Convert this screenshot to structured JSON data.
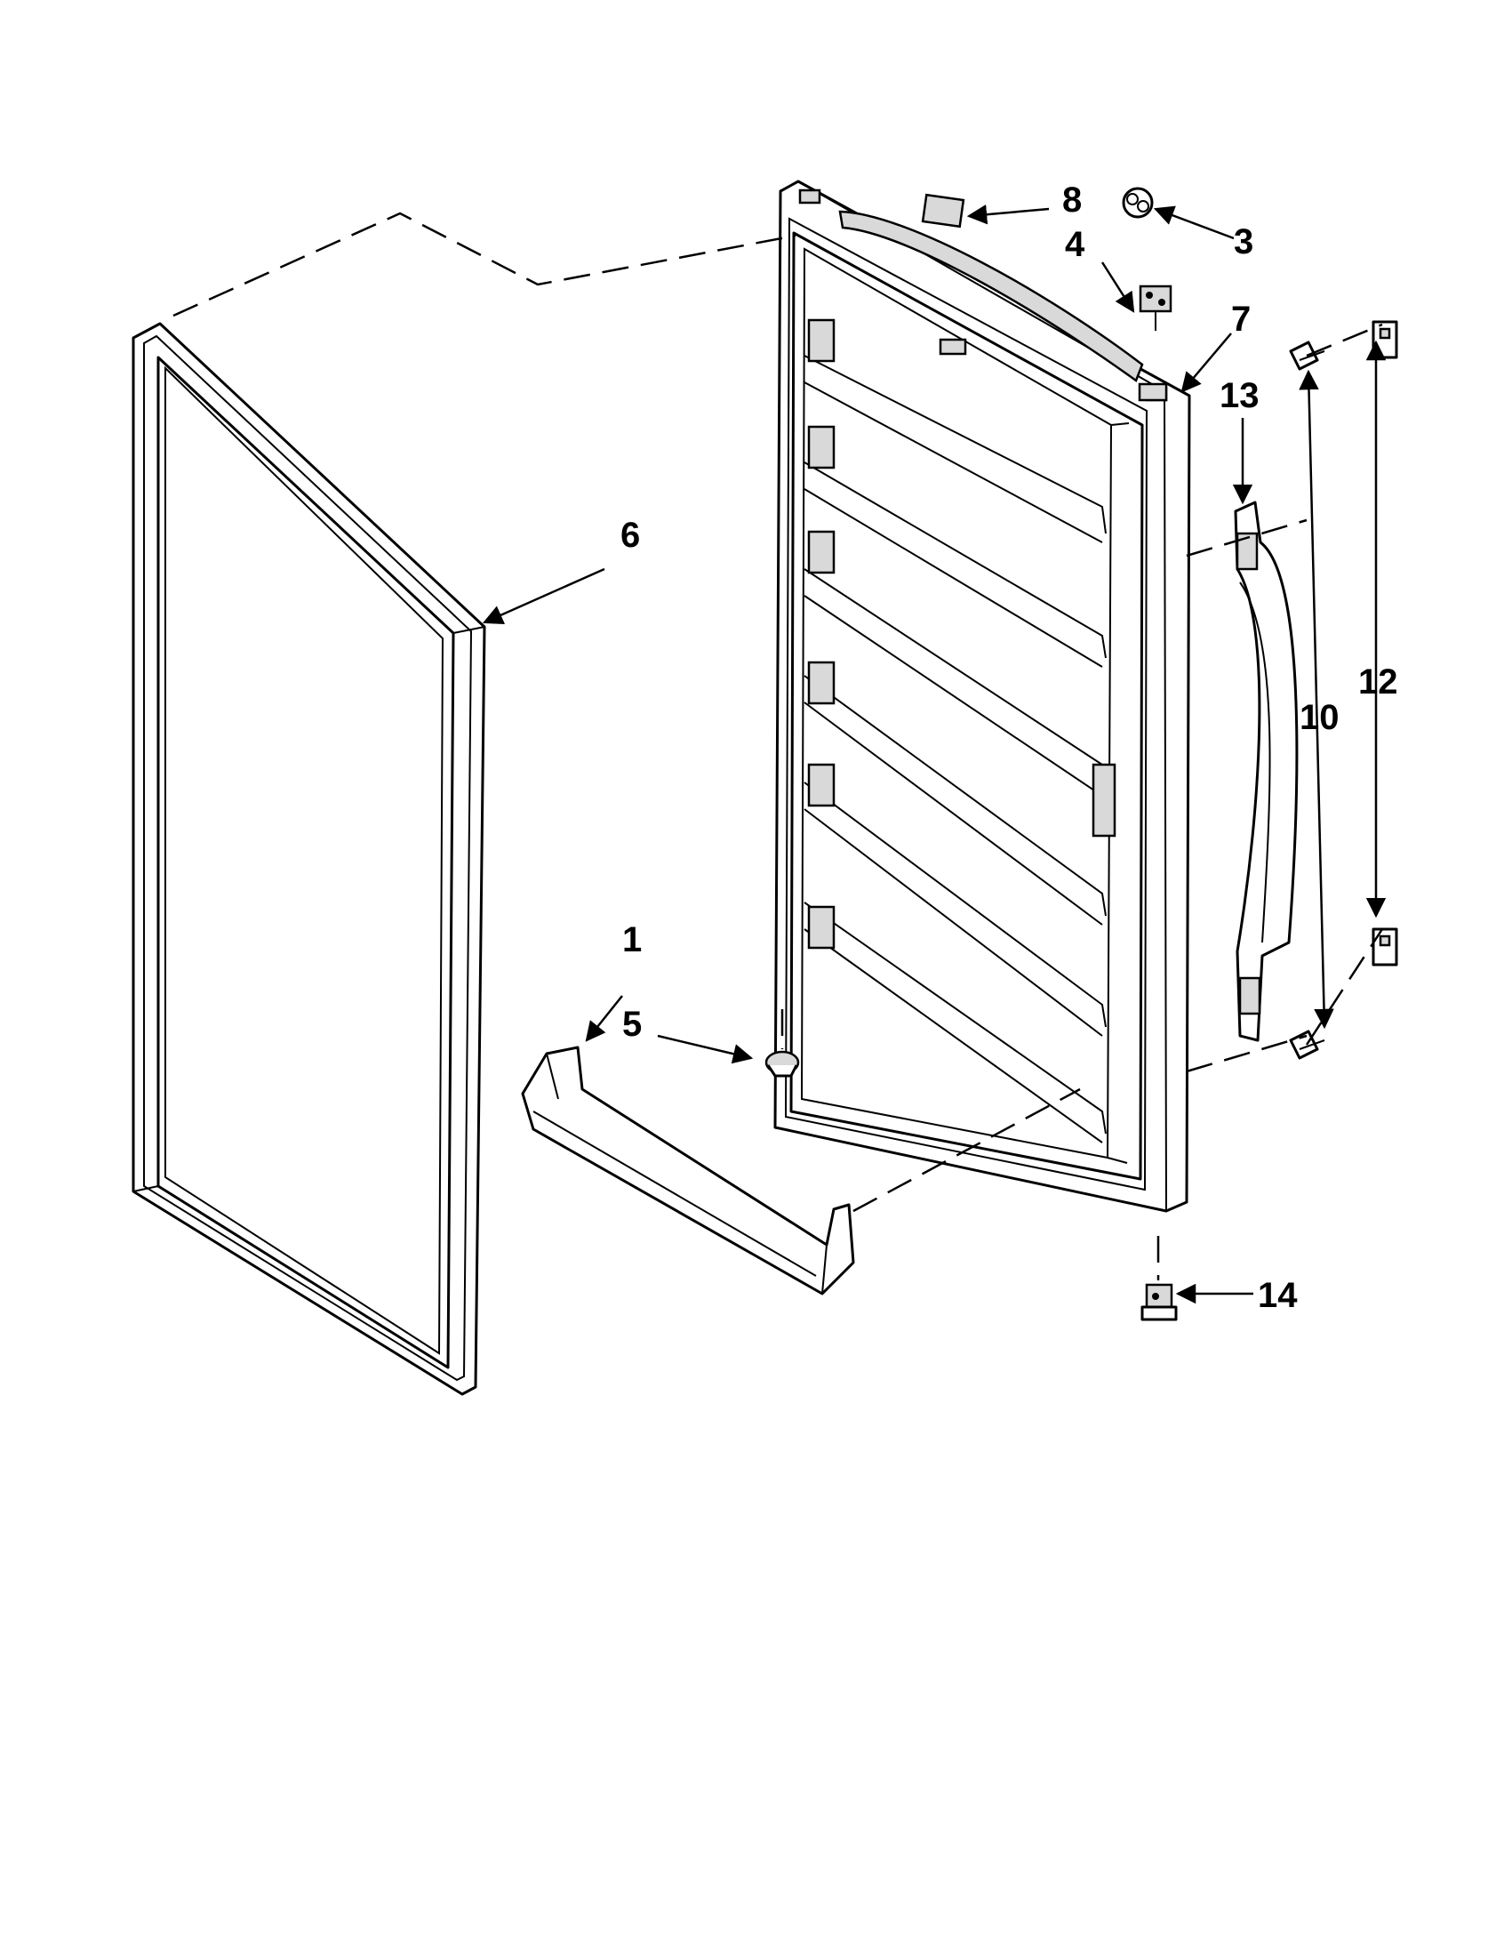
{
  "callouts": {
    "p1": "1",
    "p3": "3",
    "p4": "4",
    "p5": "5",
    "p6": "6",
    "p7": "7",
    "p8": "8",
    "p10": "10",
    "p12": "12",
    "p13": "13",
    "p14": "14"
  }
}
